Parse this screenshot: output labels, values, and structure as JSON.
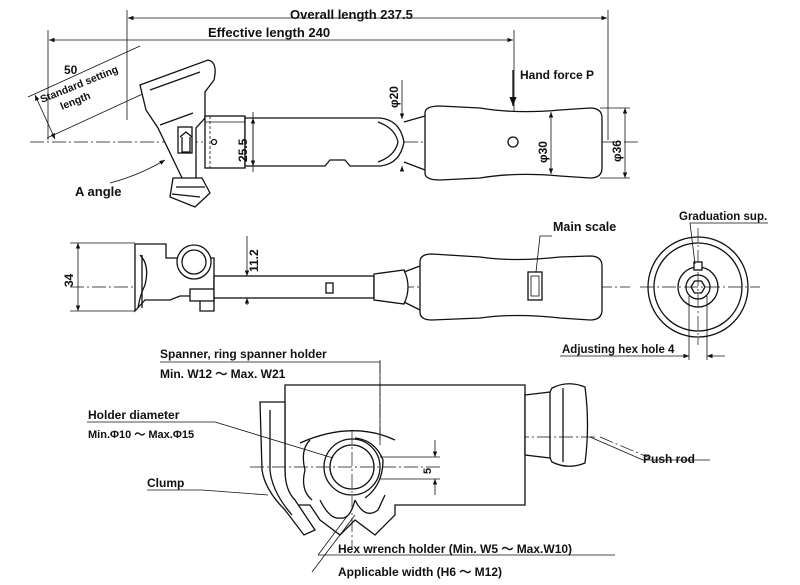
{
  "labels": {
    "overall_length": "Overall length 237.5",
    "effective_length": "Effective length 240",
    "standard_setting_value": "50",
    "standard_setting_label_1": "Standard setting",
    "standard_setting_label_2": "length",
    "hand_force": "Hand force P",
    "a_angle": "A angle",
    "phi20": "φ20",
    "d25_5": "25.5",
    "phi30": "φ30",
    "phi36": "φ36",
    "d34": "34",
    "d11_2": "11.2",
    "main_scale": "Main scale",
    "graduation_sup": "Graduation sup.",
    "adjusting_hex_hole": "Adjusting hex hole 4",
    "spanner_holder": "Spanner, ring spanner holder",
    "spanner_range": "Min. W12 ～ Max. W21",
    "holder_diameter": "Holder diameter",
    "holder_range": "Min.Φ10 ～ Max.Φ15",
    "d5": "5",
    "clump": "Clump",
    "push_rod": "Push rod",
    "hex_wrench_holder": "Hex wrench holder (Min. W5 ～ Max.W10)",
    "applicable_width": "Applicable width (H6 ～ M12)"
  }
}
